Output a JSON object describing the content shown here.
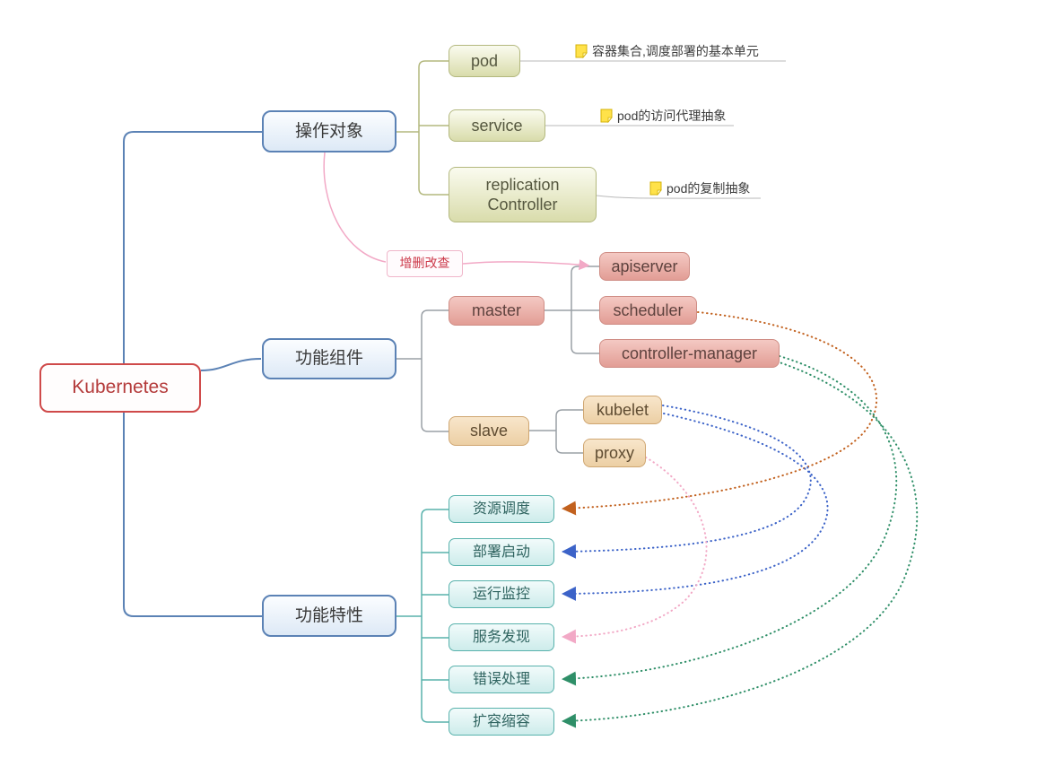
{
  "root": {
    "label": "Kubernetes"
  },
  "operation": {
    "label": "操作对象",
    "children": [
      {
        "label": "pod",
        "note": "容器集合,调度部署的基本单元"
      },
      {
        "label": "service",
        "note": "pod的访问代理抽象"
      },
      {
        "label": "replication Controller",
        "note": "pod的复制抽象"
      }
    ]
  },
  "crud": {
    "label": "增删改查"
  },
  "components": {
    "label": "功能组件",
    "master": {
      "label": "master",
      "children": [
        {
          "label": "apiserver"
        },
        {
          "label": "scheduler"
        },
        {
          "label": "controller-manager"
        }
      ]
    },
    "slave": {
      "label": "slave",
      "children": [
        {
          "label": "kubelet"
        },
        {
          "label": "proxy"
        }
      ]
    }
  },
  "features": {
    "label": "功能特性",
    "items": [
      {
        "label": "资源调度"
      },
      {
        "label": "部署启动"
      },
      {
        "label": "运行监控"
      },
      {
        "label": "服务发现"
      },
      {
        "label": "错误处理"
      },
      {
        "label": "扩容缩容"
      }
    ]
  },
  "colors": {
    "root_border": "#cf4a4a",
    "root_text": "#b43b3b",
    "main_topic_border": "#5b82b5",
    "olive_border": "#b3b87e",
    "salmon_fill": "#e29d95",
    "tan_fill": "#eccfa4",
    "teal_border": "#58b2ac",
    "crud_text": "#cc3a4a",
    "relation_orange": "#c2611e",
    "relation_blue": "#3c63c8",
    "relation_green": "#2f8f68",
    "relation_pink": "#f2a9c6",
    "note_icon_yellow": "#ffe24a"
  }
}
